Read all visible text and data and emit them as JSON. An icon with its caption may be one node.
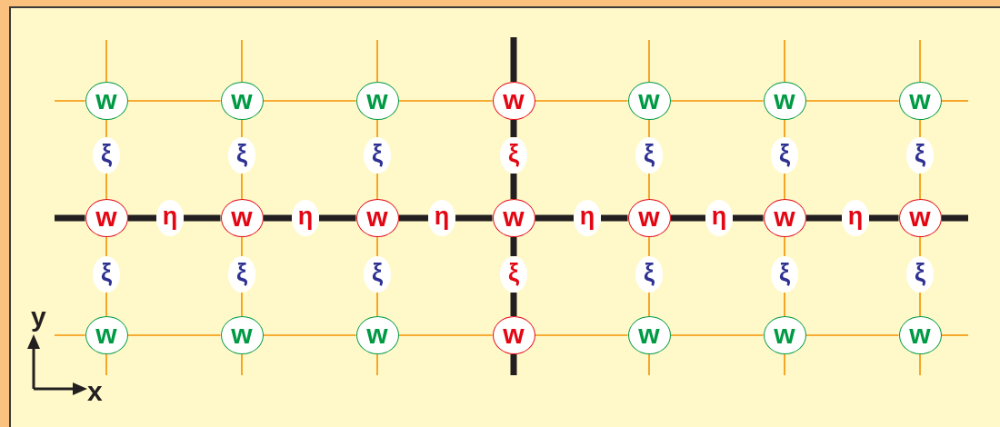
{
  "diagram": {
    "nodes": [
      {
        "text": [
          "w"
        ]
      },
      {
        "text": [
          "w"
        ]
      },
      {
        "text": [
          "w"
        ]
      },
      {
        "text": [
          "w"
        ]
      },
      {
        "text": [
          "w"
        ]
      },
      {
        "text": [
          "w"
        ]
      },
      {
        "text": [
          "w"
        ]
      },
      {
        "text": [
          "ξ"
        ]
      },
      {
        "text": [
          "ξ"
        ]
      },
      {
        "text": [
          "ξ"
        ]
      },
      {
        "text": [
          "ξ"
        ]
      },
      {
        "text": [
          "ξ"
        ]
      },
      {
        "text": [
          "ξ"
        ]
      },
      {
        "text": [
          "ξ"
        ]
      },
      {
        "text": [
          "w"
        ]
      },
      {
        "text": [
          "η"
        ]
      },
      {
        "text": [
          "w"
        ]
      },
      {
        "text": [
          "η"
        ]
      },
      {
        "text": [
          "w"
        ]
      },
      {
        "text": [
          "η"
        ]
      },
      {
        "text": [
          "w"
        ]
      },
      {
        "text": [
          "η"
        ]
      },
      {
        "text": [
          "w"
        ]
      },
      {
        "text": [
          "η"
        ]
      },
      {
        "text": [
          "w"
        ]
      },
      {
        "text": [
          "η"
        ]
      },
      {
        "text": [
          "w"
        ]
      },
      {
        "text": [
          "ξ"
        ]
      },
      {
        "text": [
          "ξ"
        ]
      },
      {
        "text": [
          "ξ"
        ]
      },
      {
        "text": [
          "ξ"
        ]
      },
      {
        "text": [
          "ξ"
        ]
      },
      {
        "text": [
          "ξ"
        ]
      },
      {
        "text": [
          "ξ"
        ]
      },
      {
        "text": [
          "w"
        ]
      },
      {
        "text": [
          "w"
        ]
      },
      {
        "text": [
          "w"
        ]
      },
      {
        "text": [
          "w"
        ]
      },
      {
        "text": [
          "w"
        ]
      },
      {
        "text": [
          "w"
        ]
      },
      {
        "text": [
          "w"
        ]
      }
    ],
    "edges": [
      {
        "from": null,
        "to": 0,
        "arrow": "none"
      },
      {
        "from": 0,
        "to": 1,
        "arrow": "none"
      },
      {
        "from": 1,
        "to": 2,
        "arrow": "none"
      },
      {
        "from": 2,
        "to": 3,
        "arrow": "none"
      },
      {
        "from": 3,
        "to": 4,
        "arrow": "none"
      },
      {
        "from": 4,
        "to": 5,
        "arrow": "none"
      },
      {
        "from": 5,
        "to": 6,
        "arrow": "none"
      },
      {
        "from": 6,
        "to": null,
        "arrow": "none"
      },
      {
        "from": null,
        "to": 14,
        "arrow": "none",
        "style": "thick",
        "color": "#231f20"
      },
      {
        "from": 14,
        "to": 15,
        "arrow": "none",
        "style": "thick",
        "color": "#231f20"
      },
      {
        "from": 15,
        "to": 16,
        "arrow": "none",
        "style": "thick",
        "color": "#231f20"
      },
      {
        "from": 16,
        "to": 17,
        "arrow": "none",
        "style": "thick",
        "color": "#231f20"
      },
      {
        "from": 17,
        "to": 18,
        "arrow": "none",
        "style": "thick",
        "color": "#231f20"
      },
      {
        "from": 18,
        "to": 19,
        "arrow": "none",
        "style": "thick",
        "color": "#231f20"
      },
      {
        "from": 19,
        "to": 20,
        "arrow": "none",
        "style": "thick",
        "color": "#231f20"
      },
      {
        "from": 20,
        "to": 21,
        "arrow": "none",
        "style": "thick",
        "color": "#231f20"
      },
      {
        "from": 21,
        "to": 22,
        "arrow": "none",
        "style": "thick",
        "color": "#231f20"
      },
      {
        "from": 22,
        "to": 23,
        "arrow": "none",
        "style": "thick",
        "color": "#231f20"
      },
      {
        "from": 23,
        "to": 24,
        "arrow": "none",
        "style": "thick",
        "color": "#231f20"
      },
      {
        "from": 24,
        "to": 25,
        "arrow": "none",
        "style": "thick",
        "color": "#231f20"
      },
      {
        "from": 25,
        "to": 26,
        "arrow": "none",
        "style": "thick",
        "color": "#231f20"
      },
      {
        "from": 26,
        "to": null,
        "arrow": "none",
        "style": "thick",
        "color": "#231f20"
      },
      {
        "from": null,
        "to": 34,
        "arrow": "none"
      },
      {
        "from": 34,
        "to": 35,
        "arrow": "none"
      },
      {
        "from": 35,
        "to": 36,
        "arrow": "none"
      },
      {
        "from": 36,
        "to": 37,
        "arrow": "none"
      },
      {
        "from": 37,
        "to": 38,
        "arrow": "none"
      },
      {
        "from": 38,
        "to": 39,
        "arrow": "none"
      },
      {
        "from": 39,
        "to": 40,
        "arrow": "none"
      },
      {
        "from": 40,
        "to": null,
        "arrow": "none"
      },
      {
        "from": null,
        "to": 0,
        "arrow": "none"
      },
      {
        "from": 0,
        "to": 7,
        "arrow": "none"
      },
      {
        "from": 7,
        "to": 14,
        "arrow": "none"
      },
      {
        "from": 14,
        "to": 27,
        "arrow": "none"
      },
      {
        "from": 27,
        "to": 34,
        "arrow": "none"
      },
      {
        "from": 34,
        "to": null,
        "arrow": "none"
      },
      {
        "from": null,
        "to": 1,
        "arrow": "none"
      },
      {
        "from": 1,
        "to": 8,
        "arrow": "none"
      },
      {
        "from": 8,
        "to": 16,
        "arrow": "none"
      },
      {
        "from": 16,
        "to": 28,
        "arrow": "none"
      },
      {
        "from": 28,
        "to": 35,
        "arrow": "none"
      },
      {
        "from": 35,
        "to": null,
        "arrow": "none"
      },
      {
        "from": null,
        "to": 2,
        "arrow": "none"
      },
      {
        "from": 2,
        "to": 9,
        "arrow": "none"
      },
      {
        "from": 9,
        "to": 18,
        "arrow": "none"
      },
      {
        "from": 18,
        "to": 29,
        "arrow": "none"
      },
      {
        "from": 29,
        "to": 36,
        "arrow": "none"
      },
      {
        "from": 36,
        "to": null,
        "arrow": "none"
      },
      {
        "from": null,
        "to": 3,
        "arrow": "none",
        "style": "thick",
        "color": "#231f20"
      },
      {
        "from": 3,
        "to": 10,
        "arrow": "none",
        "style": "thick",
        "color": "#231f20"
      },
      {
        "from": 10,
        "to": 20,
        "arrow": "none",
        "style": "thick",
        "color": "#231f20"
      },
      {
        "from": 20,
        "to": 30,
        "arrow": "none",
        "style": "thick",
        "color": "#231f20"
      },
      {
        "from": 30,
        "to": 37,
        "arrow": "none",
        "style": "thick",
        "color": "#231f20"
      },
      {
        "from": 37,
        "to": null,
        "arrow": "none",
        "style": "thick",
        "color": "#231f20"
      },
      {
        "from": null,
        "to": 4,
        "arrow": "none"
      },
      {
        "from": 4,
        "to": 11,
        "arrow": "none"
      },
      {
        "from": 11,
        "to": 22,
        "arrow": "none"
      },
      {
        "from": 22,
        "to": 31,
        "arrow": "none"
      },
      {
        "from": 31,
        "to": 38,
        "arrow": "none"
      },
      {
        "from": 38,
        "to": null,
        "arrow": "none"
      },
      {
        "from": null,
        "to": 5,
        "arrow": "none"
      },
      {
        "from": 5,
        "to": 12,
        "arrow": "none"
      },
      {
        "from": 12,
        "to": 24,
        "arrow": "none"
      },
      {
        "from": 24,
        "to": 32,
        "arrow": "none"
      },
      {
        "from": 32,
        "to": 39,
        "arrow": "none"
      },
      {
        "from": 39,
        "to": null,
        "arrow": "none"
      },
      {
        "from": null,
        "to": 6,
        "arrow": "none"
      },
      {
        "from": 6,
        "to": 13,
        "arrow": "none"
      },
      {
        "from": 13,
        "to": 26,
        "arrow": "none"
      },
      {
        "from": 26,
        "to": 33,
        "arrow": "none"
      },
      {
        "from": 33,
        "to": 40,
        "arrow": "none"
      },
      {
        "from": 40,
        "to": null,
        "arrow": "none"
      }
    ],
    "labels": [
      "y",
      "x"
    ]
  }
}
